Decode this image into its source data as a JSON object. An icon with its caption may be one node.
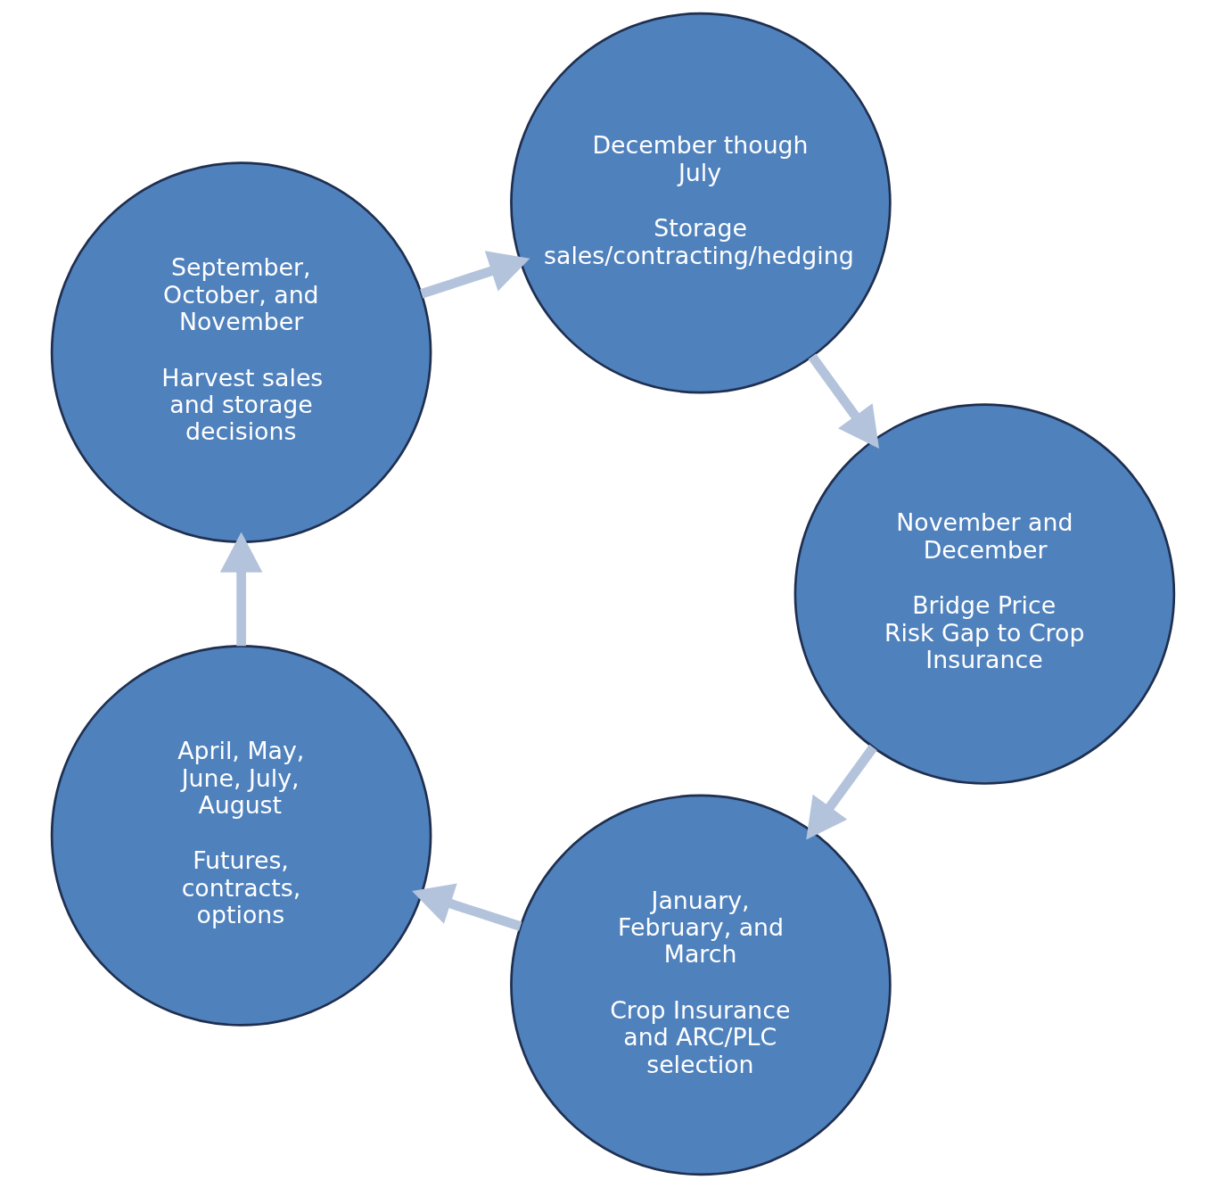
{
  "diagram": {
    "nodes": [
      {
        "text": [
          "January, February, and March",
          "Crop Insurance and ARC/PLC selection"
        ]
      },
      {
        "text": [
          "April, May, June, July, August",
          "Futures, contracts, options"
        ]
      },
      {
        "text": [
          "September, October, and November",
          "Harvest sales and storage decisions"
        ]
      },
      {
        "text": [
          "December though July",
          "Storage sales/contracting/hedging"
        ]
      },
      {
        "text": [
          "November and December",
          "Bridge Price Risk Gap to Crop Insurance"
        ]
      }
    ],
    "edges": [
      {
        "from": 0,
        "to": 1,
        "arrow": "to"
      },
      {
        "from": 1,
        "to": 2,
        "arrow": "to"
      },
      {
        "from": 2,
        "to": 3,
        "arrow": "to"
      },
      {
        "from": 3,
        "to": 4,
        "arrow": "to"
      },
      {
        "from": 4,
        "to": 0,
        "arrow": "to"
      }
    ]
  }
}
